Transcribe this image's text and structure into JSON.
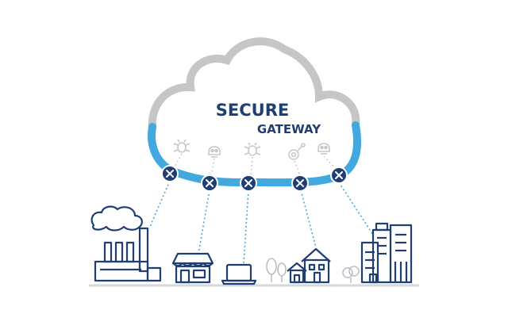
{
  "title": {
    "line1": "SECURE",
    "line2": "GATEWAY"
  },
  "colors": {
    "navy": "#1f3f73",
    "cloud_grey": "#c5c6c8",
    "cloud_blue": "#41a9df",
    "dotted_line": "#41a9df",
    "threat_grey": "#c8c8c8",
    "ground": "#d6d7d9"
  },
  "threats": [
    {
      "icon": "bug-icon"
    },
    {
      "icon": "skull-icon"
    },
    {
      "icon": "bug-icon"
    },
    {
      "icon": "virus-target-icon"
    },
    {
      "icon": "skull-icon"
    }
  ],
  "block_markers": [
    {
      "icon": "blocked-x-icon"
    },
    {
      "icon": "blocked-x-icon"
    },
    {
      "icon": "blocked-x-icon"
    },
    {
      "icon": "blocked-x-icon"
    },
    {
      "icon": "blocked-x-icon"
    }
  ],
  "endpoints": [
    {
      "name": "factory",
      "icon": "factory-icon"
    },
    {
      "name": "store",
      "icon": "storefront-icon"
    },
    {
      "name": "laptop",
      "icon": "laptop-icon"
    },
    {
      "name": "house",
      "icon": "house-icon"
    },
    {
      "name": "office",
      "icon": "office-buildings-icon"
    }
  ]
}
